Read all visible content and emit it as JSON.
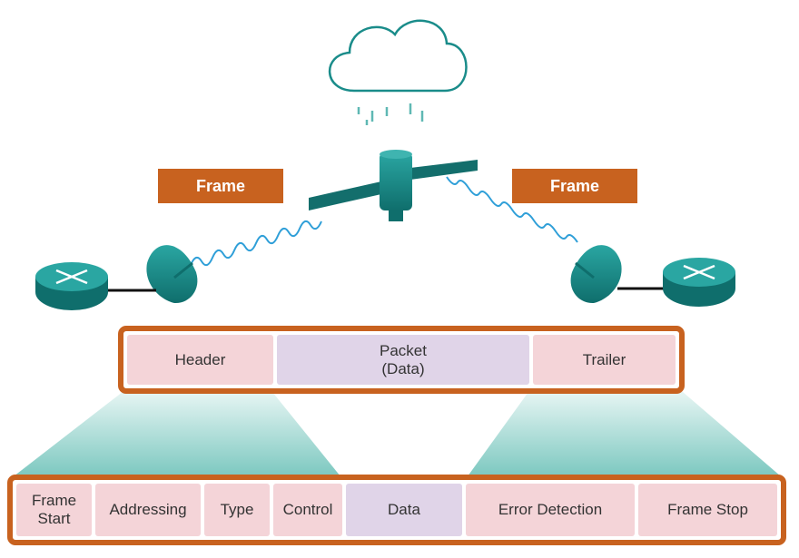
{
  "frame_labels": [
    "Frame",
    "Frame"
  ],
  "top_bar": {
    "header": "Header",
    "packet": "Packet\n(Data)",
    "trailer": "Trailer"
  },
  "bottom_bar": {
    "frame_start": "Frame\nStart",
    "addressing": "Addressing",
    "type": "Type",
    "control": "Control",
    "data": "Data",
    "error_detection": "Error Detection",
    "frame_stop": "Frame Stop"
  },
  "colors": {
    "accent": "#c8621f",
    "header_trailer": "#f4d4d8",
    "data": "#e0d4e8",
    "device_teal": "#1a8c8a",
    "wave": "#2f9fd8"
  }
}
